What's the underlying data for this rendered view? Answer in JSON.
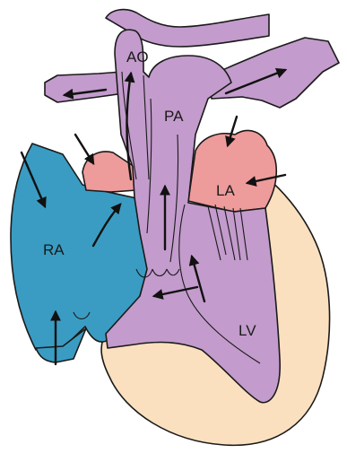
{
  "labels": {
    "ao": "AO",
    "pa": "PA",
    "la": "LA",
    "ra": "RA",
    "lv": "LV"
  },
  "colors": {
    "purple": "#c39bcc",
    "blue": "#3a9cc2",
    "pink": "#ee9b9b",
    "peach": "#fbe0bf",
    "outline": "#1a1a1a",
    "arrow": "#111111"
  },
  "icons": {
    "arrow": "arrow-icon"
  }
}
